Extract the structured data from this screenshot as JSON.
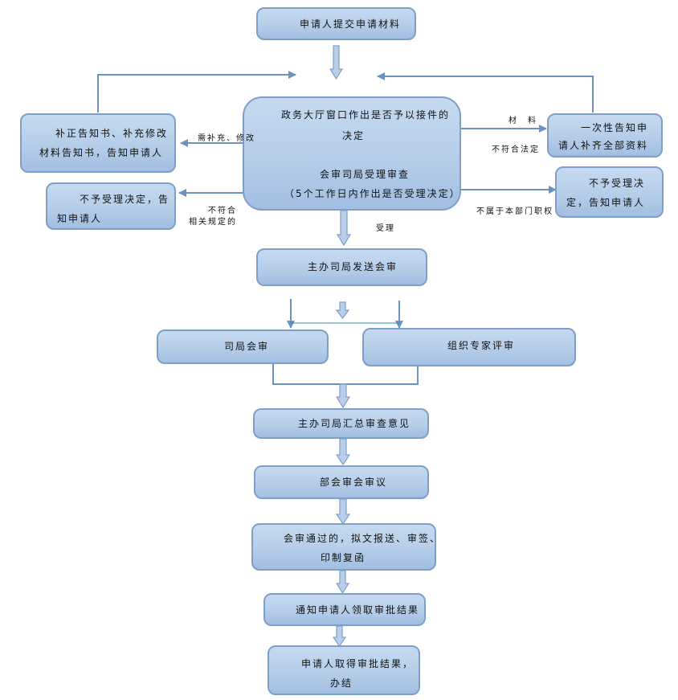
{
  "flowchart": {
    "nodes": {
      "submit": "申请人提交申请材料",
      "window_decision_line1": "政务大厅窗口作出是否予以接件的",
      "window_decision_line2": "决定",
      "review_line1": "会审司局受理审查",
      "review_line2": "（5个工作日内作出是否受理决定）",
      "correction_line1": "补正告知书、补充修改",
      "correction_line2": "材料告知书，告知申请人",
      "reject_left_line1": "不予受理决定，告",
      "reject_left_line2": "知申请人",
      "notify_once_line1": "一次性告知申",
      "notify_once_line2": "请人补齐全部资料",
      "reject_right_line1": "不予受理决",
      "reject_right_line2": "定，告知申请人",
      "send_review": "主办司局发送会审",
      "dept_review": "司局会审",
      "expert_review": "组织专家评审",
      "summarize": "主办司局汇总审查意见",
      "ministry_meeting": "部会审会审议",
      "approved_line1": "会审通过的，拟文报送、审签、",
      "approved_line2": "印制复函",
      "notify_result": "通知申请人领取审批结果",
      "obtain_result_line1": "申请人取得审批结果，",
      "obtain_result_line2": "办结"
    },
    "edge_labels": {
      "need_supplement": "需补充、修改",
      "not_compliant_line1": "不符合",
      "not_compliant_line2": "相关规定的",
      "materials": "材　料",
      "not_legal": "不符合法定",
      "not_in_scope": "不属于本部门职权",
      "accepted": "受理"
    }
  }
}
